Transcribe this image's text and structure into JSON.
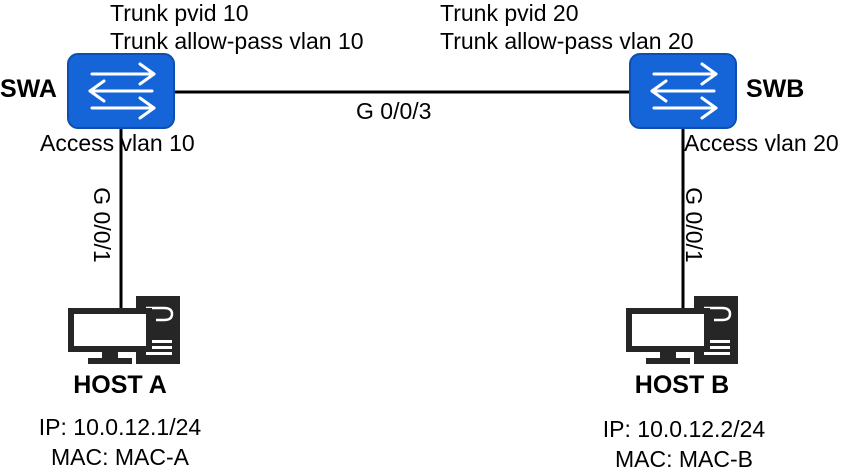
{
  "swa": {
    "name": "SWA",
    "trunk_pvid": "Trunk pvid 10",
    "trunk_allow": "Trunk allow-pass vlan 10",
    "access": "Access vlan 10",
    "downlink_port": "G 0/0/1"
  },
  "swb": {
    "name": "SWB",
    "trunk_pvid": "Trunk pvid 20",
    "trunk_allow": "Trunk allow-pass vlan 20",
    "access": "Access vlan 20",
    "downlink_port": "G 0/0/1"
  },
  "trunk_link": {
    "port": "G 0/0/3"
  },
  "host_a": {
    "name": "HOST A",
    "ip": "IP: 10.0.12.1/24",
    "mac": "MAC:  MAC-A"
  },
  "host_b": {
    "name": "HOST B",
    "ip": "IP: 10.0.12.2/24",
    "mac": "MAC:  MAC-B"
  },
  "colors": {
    "switch_fill": "#1565d8",
    "switch_stroke": "#0d4fb0",
    "arrow": "#ffffff",
    "host": "#262626",
    "line": "#000000"
  },
  "icons": {
    "switch": "switch-icon",
    "host": "desktop-computer-icon"
  }
}
